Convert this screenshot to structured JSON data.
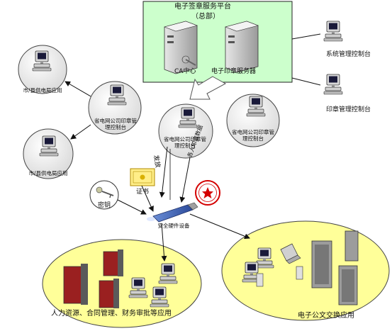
{
  "hq": {
    "title": "电子签章服务平台",
    "subtitle": "（总部）",
    "ca_label": "CA中心",
    "seal_server_label": "电子印章服务器"
  },
  "consoles": {
    "system_mgmt": "系统管理控制台",
    "seal_mgmt": "印章管理控制台"
  },
  "provincial": {
    "seal_console_a": "省电网公司印章管理控制台",
    "seal_console_b": "省电网公司印章管理控制台",
    "seal_console_c": "省电网公司印章管理控制台"
  },
  "city": {
    "bureau_a": "市/县供电局应用",
    "bureau_b": "市/县供电局应用"
  },
  "security": {
    "certificate": "证书",
    "key": "密钥",
    "device": "安全硬件设备",
    "issue_label": "发放",
    "seal_data_label": "各人印章数据"
  },
  "apps": {
    "hr_app": "人力资源、合同管理、财务审批等应用",
    "doc_exchange": "电子公文交换应用"
  },
  "colors": {
    "hq_fill": "#ccffcc",
    "ellipse_fill": "#ffff99",
    "circle_fill": "#f2f2f2",
    "stamp_red": "#d40000"
  }
}
